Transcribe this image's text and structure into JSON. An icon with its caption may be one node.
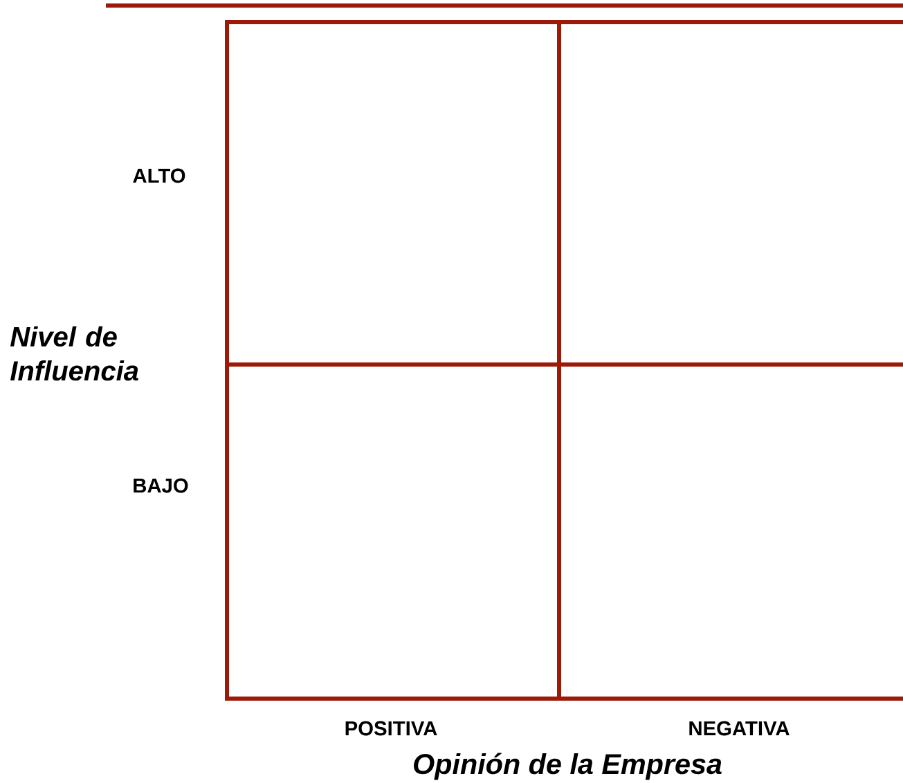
{
  "diagram": {
    "labels": [
      "ALTO",
      "Nivel de Influencia",
      "BAJO",
      "POSITIVA",
      "NEGATIVA",
      "Opinión de la Empresa"
    ]
  }
}
